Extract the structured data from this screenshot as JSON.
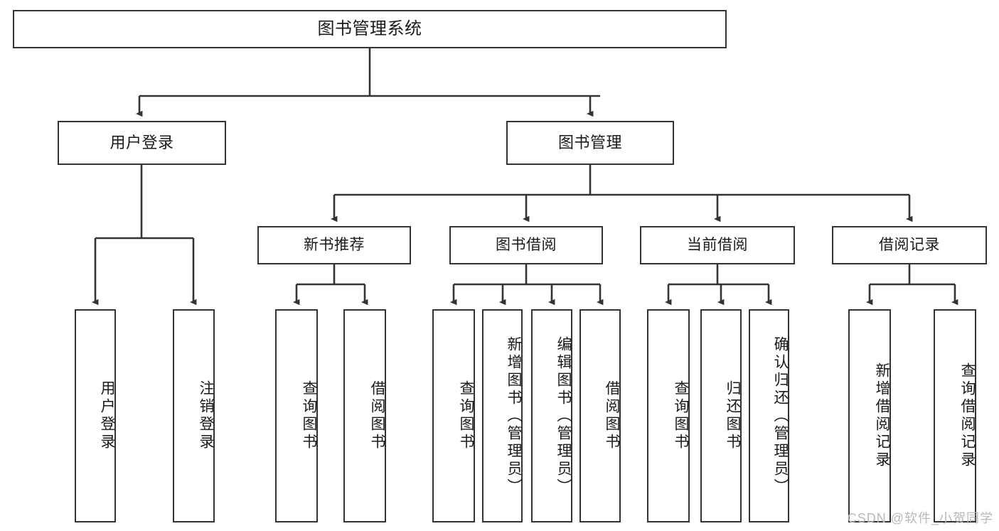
{
  "diagram": {
    "type": "tree",
    "title": "图书管理系统",
    "root": {
      "id": "root",
      "label": "图书管理系统"
    },
    "level1": [
      {
        "id": "user-login",
        "label": "用户登录"
      },
      {
        "id": "book-manage",
        "label": "图书管理"
      }
    ],
    "level2": [
      {
        "id": "new-book-rec",
        "label": "新书推荐",
        "parent": "book-manage"
      },
      {
        "id": "book-borrow",
        "label": "图书借阅",
        "parent": "book-manage"
      },
      {
        "id": "current-borrow",
        "label": "当前借阅",
        "parent": "book-manage"
      },
      {
        "id": "borrow-record",
        "label": "借阅记录",
        "parent": "book-manage"
      }
    ],
    "leaves": [
      {
        "id": "leaf-user-login",
        "label": "用户登录",
        "parent": "user-login"
      },
      {
        "id": "leaf-logout",
        "label": "注销登录",
        "parent": "user-login"
      },
      {
        "id": "leaf-query-book-1",
        "label": "查询图书",
        "parent": "new-book-rec"
      },
      {
        "id": "leaf-borrow-book-1",
        "label": "借阅图书",
        "parent": "new-book-rec"
      },
      {
        "id": "leaf-query-book-2",
        "label": "查询图书",
        "parent": "book-borrow"
      },
      {
        "id": "leaf-add-book",
        "label": "新增图书（管理员）",
        "parent": "book-borrow"
      },
      {
        "id": "leaf-edit-book",
        "label": "编辑图书（管理员）",
        "parent": "book-borrow"
      },
      {
        "id": "leaf-borrow-book-2",
        "label": "借阅图书",
        "parent": "book-borrow"
      },
      {
        "id": "leaf-query-book-3",
        "label": "查询图书",
        "parent": "current-borrow"
      },
      {
        "id": "leaf-return-book",
        "label": "归还图书",
        "parent": "current-borrow"
      },
      {
        "id": "leaf-confirm-return",
        "label": "确认归还（管理员）",
        "parent": "current-borrow"
      },
      {
        "id": "leaf-add-record",
        "label": "新增借阅记录",
        "parent": "borrow-record"
      },
      {
        "id": "leaf-query-record",
        "label": "查询借阅记录",
        "parent": "borrow-record"
      }
    ]
  },
  "watermark": {
    "text": "CSDN @软件_小贺同学"
  },
  "colors": {
    "stroke": "#333333",
    "background": "#ffffff",
    "text": "#1a1a1a",
    "watermark": "#b9b9b9"
  }
}
